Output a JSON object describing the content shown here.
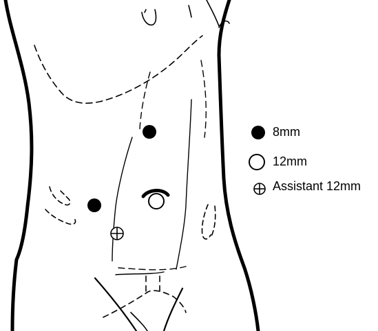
{
  "legend": {
    "items": [
      {
        "marker": "filled-circle",
        "label": "8mm"
      },
      {
        "marker": "open-circle",
        "label": "12mm"
      },
      {
        "marker": "crossed-circle",
        "label": "Assistant 12mm"
      }
    ]
  },
  "ports": [
    {
      "type": "8mm"
    },
    {
      "type": "8mm"
    },
    {
      "type": "12mm"
    },
    {
      "type": "Assistant 12mm"
    }
  ],
  "colors": {
    "stroke": "#000000",
    "background": "#ffffff"
  }
}
